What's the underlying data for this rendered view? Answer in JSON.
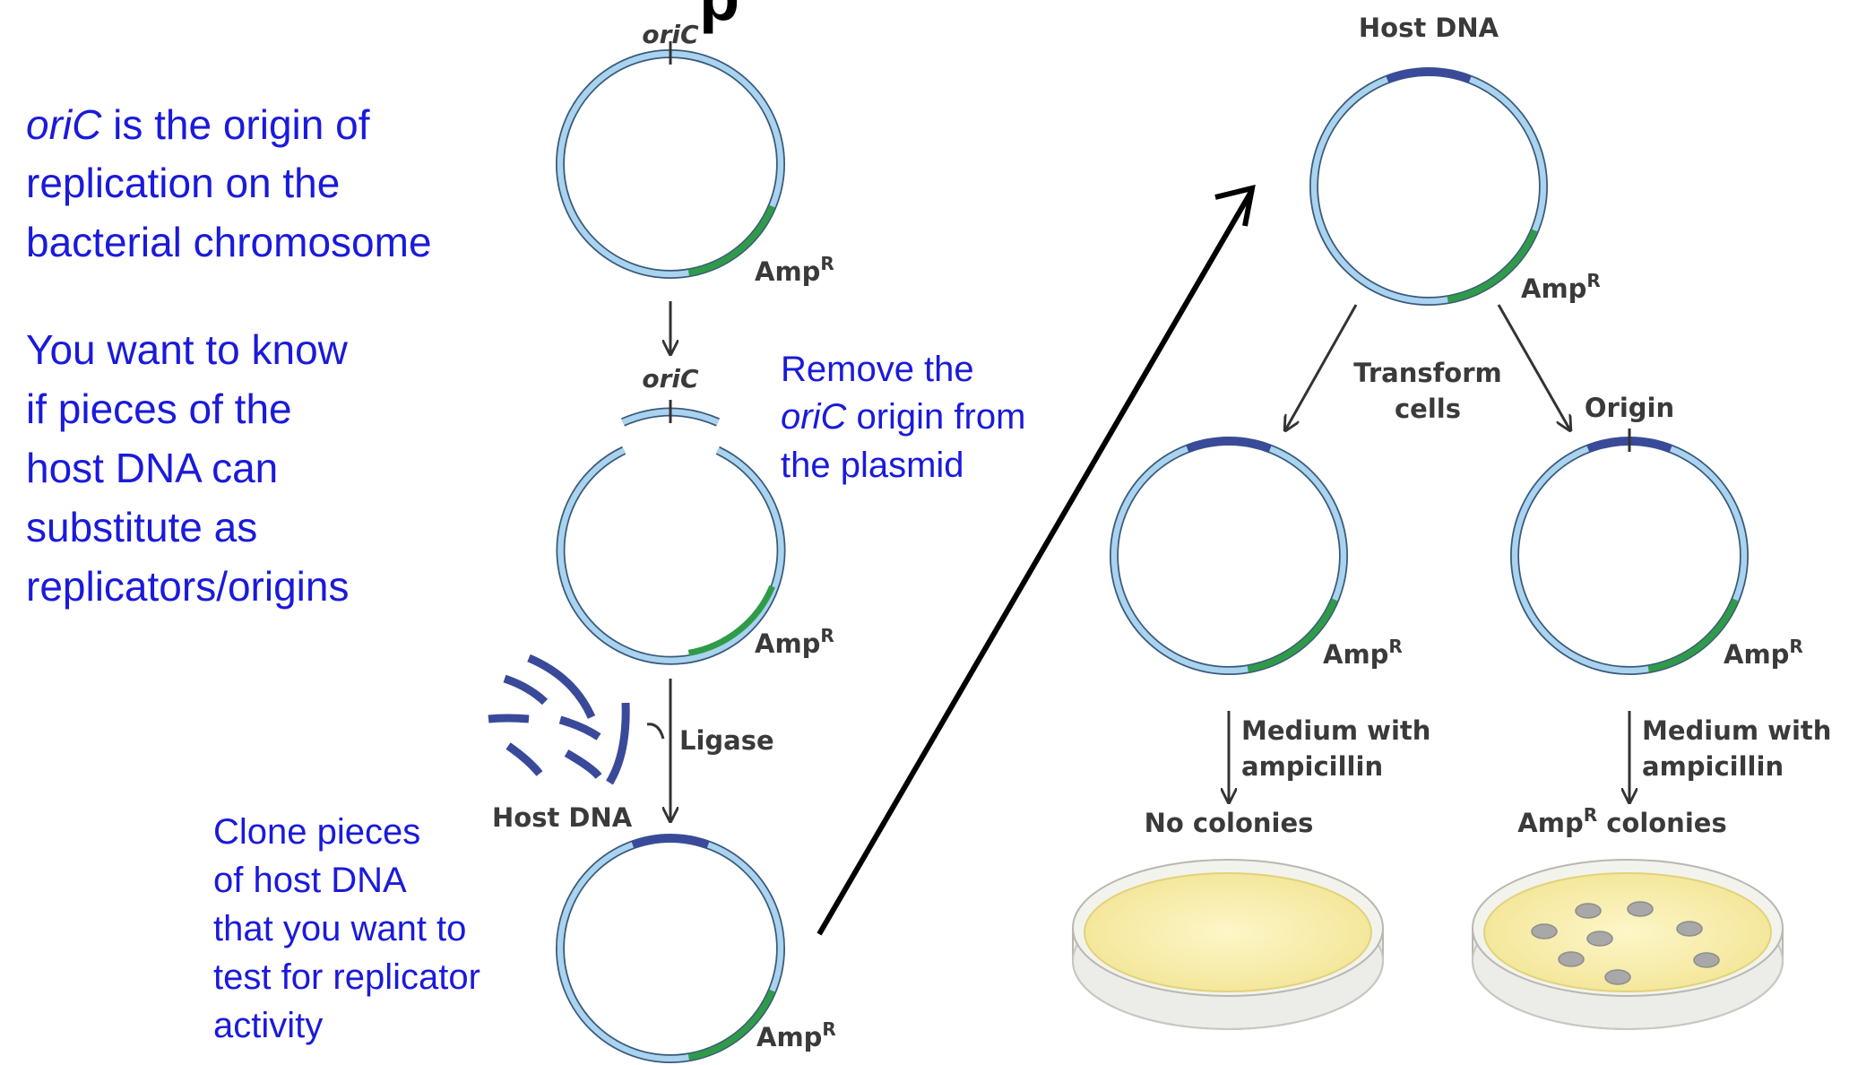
{
  "title_fragment": "p",
  "notes": {
    "oric_line1_italic": "oriC",
    "oric_line1_rest": " is the origin of",
    "oric_line2": "replication on the",
    "oric_line3": "bacterial chromosome",
    "want_lines": [
      "You want to know",
      "if pieces of the",
      "host DNA can",
      "substitute as",
      "replicators/origins"
    ],
    "remove_line1": "Remove the",
    "remove_line2_italic": "oriC",
    "remove_line2_rest": " origin from",
    "remove_line3": "the plasmid",
    "clone_lines": [
      "Clone pieces",
      "of host DNA",
      "that you want to",
      "test for replicator",
      "activity"
    ]
  },
  "labels": {
    "oric": "oriC",
    "amp": "Amp",
    "amp_sup": "R",
    "ligase": "Ligase",
    "host_dna": "Host DNA",
    "transform_1": "Transform",
    "transform_2": "cells",
    "origin": "Origin",
    "medium_1": "Medium with",
    "medium_2": "ampicillin",
    "no_colonies": "No colonies",
    "colonies_suffix": " colonies"
  },
  "colors": {
    "text_blue": "#1a1adb",
    "plasmid_outline": "#3a5a7a",
    "plasmid_fill": "#a9d3ef",
    "amp_segment": "#2f9b48",
    "host_dna_segment": "#3a4a9a",
    "label_gray": "#3a3a3a",
    "agar": "#fbf1b4"
  }
}
